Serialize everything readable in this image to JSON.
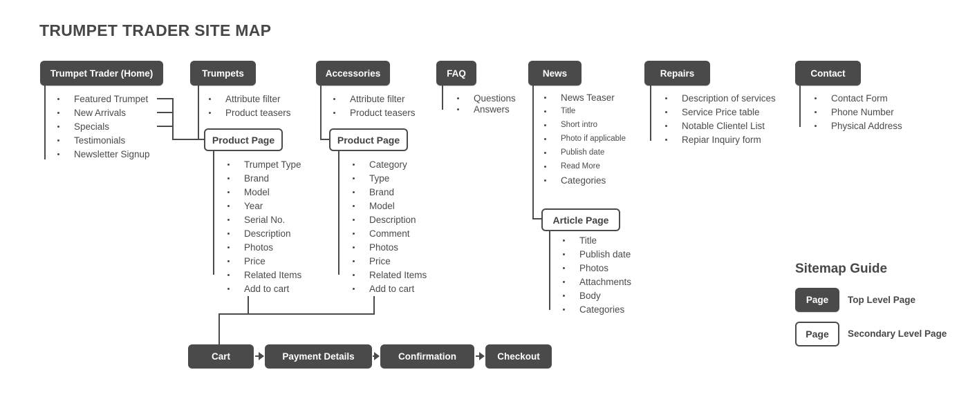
{
  "title": "TRUMPET TRADER SITE MAP",
  "sitemap": {
    "home": {
      "label": "Trumpet Trader (Home)",
      "items": [
        "Featured Trumpet",
        "New Arrivals",
        "Specials",
        "Testimonials",
        "Newsletter Signup"
      ]
    },
    "trumpets": {
      "label": "Trumpets",
      "items": [
        "Attribute filter",
        "Product teasers"
      ],
      "product_page": {
        "label": "Product Page",
        "items": [
          "Trumpet Type",
          "Brand",
          "Model",
          "Year",
          "Serial No.",
          "Description",
          "Photos",
          "Price",
          "Related Items",
          "Add to cart"
        ]
      }
    },
    "accessories": {
      "label": "Accessories",
      "items": [
        "Attribute filter",
        "Product teasers"
      ],
      "product_page": {
        "label": "Product Page",
        "items": [
          "Category",
          "Type",
          "Brand",
          "Model",
          "Description",
          "Comment",
          "Photos",
          "Price",
          "Related Items",
          "Add to cart"
        ]
      }
    },
    "faq": {
      "label": "FAQ",
      "items": [
        "Questions",
        "Answers"
      ]
    },
    "news": {
      "label": "News",
      "items": [
        "News Teaser",
        "Title",
        "Short intro",
        "Photo if applicable",
        "Publish date",
        "Read More",
        "Categories"
      ],
      "article_page": {
        "label": "Article Page",
        "items": [
          "Title",
          "Publish date",
          "Photos",
          "Attachments",
          "Body",
          "Categories"
        ]
      }
    },
    "repairs": {
      "label": "Repairs",
      "items": [
        "Description of services",
        "Service Price table",
        "Notable Clientel List",
        "Repiar Inquiry form"
      ]
    },
    "contact": {
      "label": "Contact",
      "items": [
        "Contact Form",
        "Phone Number",
        "Physical Address"
      ]
    }
  },
  "checkout_flow": {
    "steps": [
      "Cart",
      "Payment Details",
      "Confirmation",
      "Checkout"
    ]
  },
  "legend": {
    "title": "Sitemap Guide",
    "page_sample_label": "Page",
    "top_level_label": "Top Level Page",
    "secondary_level_label": "Secondary Level Page"
  },
  "colors": {
    "box_dark": "#4a4a4a",
    "connector": "#4a4a4a",
    "text": "#4a4a4a",
    "background": "#ffffff"
  }
}
